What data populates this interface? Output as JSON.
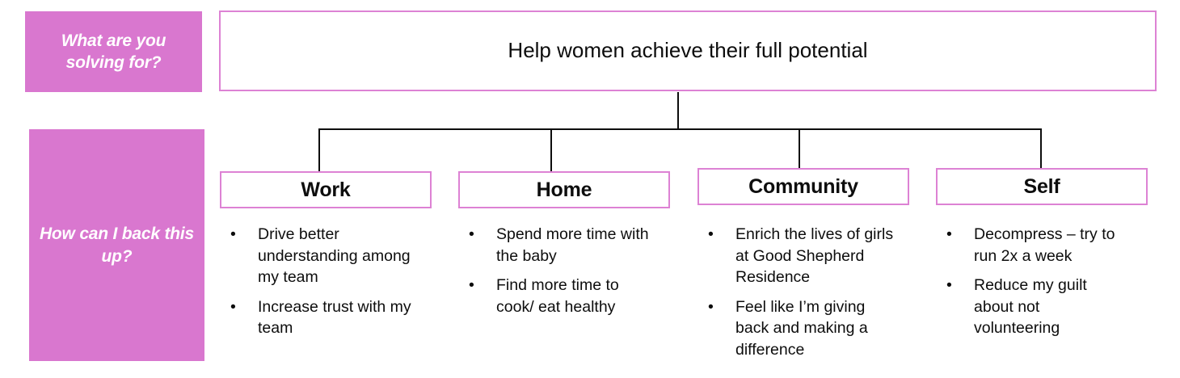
{
  "colors": {
    "sidebar_fill": "#d977cf",
    "box_border": "#dd82d4",
    "connector": "#0d0d0d",
    "text": "#0d0d0d",
    "sidebar_text": "#ffffff"
  },
  "sidebar": {
    "blocks": [
      {
        "label": "What are you solving for?"
      },
      {
        "label": "How can I back this up?"
      }
    ]
  },
  "root": {
    "label": "Help women achieve their full potential"
  },
  "branches": [
    {
      "title": "Work",
      "bullet_marker": "•",
      "bullets": [
        "Drive better understanding among  my team",
        "Increase trust with my team"
      ]
    },
    {
      "title": "Home",
      "bullet_marker": "•",
      "bullets": [
        "Spend more time with the baby",
        "Find more time to cook/ eat healthy"
      ]
    },
    {
      "title": "Community",
      "bullet_marker": "•",
      "bullets": [
        "Enrich the lives of girls at Good Shepherd Residence",
        "Feel like I’m giving back and making a difference"
      ]
    },
    {
      "title": "Self",
      "bullet_marker": "•",
      "bullets": [
        "Decompress – try to run 2x a week",
        "Reduce my guilt about not volunteering"
      ]
    }
  ]
}
